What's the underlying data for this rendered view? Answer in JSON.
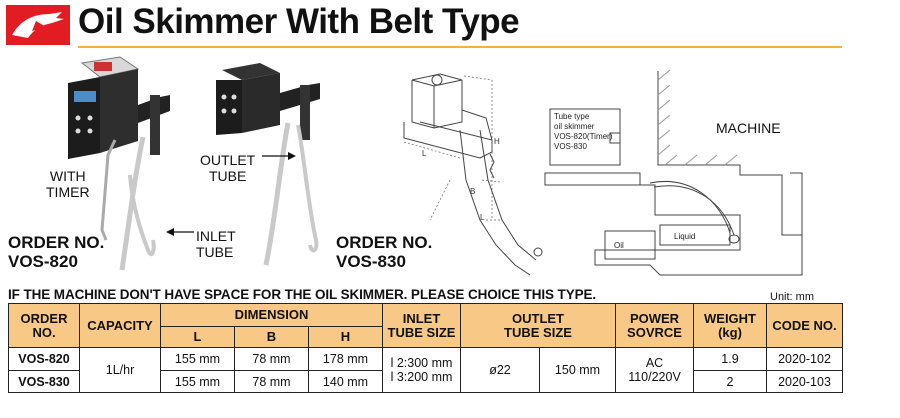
{
  "header": {
    "title": "Oil Skimmer With Belt Type",
    "logo_color": "#e31b23",
    "accent_color": "#f5b335"
  },
  "figures": {
    "vos820": {
      "label_line1": "WITH",
      "label_line2": "TIMER",
      "inlet_line1": "INLET",
      "inlet_line2": "TUBE",
      "order_line1": "ORDER NO.",
      "order_line2": "VOS-820"
    },
    "vos830": {
      "outlet_line1": "OUTLET",
      "outlet_line2": "TUBE",
      "order_line1": "ORDER NO.",
      "order_line2": "VOS-830"
    },
    "dimension_drawing": {
      "h": "H",
      "l": "L",
      "b": "B",
      "l2": "L"
    },
    "installation": {
      "box_line1": "Tube type",
      "box_line2": "oil skimmer",
      "box_line3": "VOS-820(Timer)",
      "box_line4": "VOS-830",
      "machine": "MACHINE",
      "oil": "Oil",
      "liquid": "Liquid"
    }
  },
  "note": "IF THE MACHINE DON'T HAVE SPACE FOR THE OIL SKIMMER. PLEASE CHOICE THIS TYPE.",
  "unit": "Unit: mm",
  "table": {
    "header_color": "#f8c986",
    "headers": {
      "order_line1": "ORDER",
      "order_line2": "NO.",
      "capacity": "CAPACITY",
      "dimension": "DIMENSION",
      "l": "L",
      "b": "B",
      "h": "H",
      "inlet_line1": "INLET",
      "inlet_line2": "TUBE SIZE",
      "outlet_line1": "OUTLET",
      "outlet_line2": "TUBE SIZE",
      "power_line1": "POWER",
      "power_line2": "SOVRCE",
      "weight_line1": "WEIGHT",
      "weight_line2": "(kg)",
      "code": "CODE NO."
    },
    "capacity": "1L/hr",
    "inlet_line1": "l 2:300 mm",
    "inlet_line2": "l 3:200 mm",
    "outlet_dia": "ø22",
    "outlet_len": "150 mm",
    "power_line1": "AC",
    "power_line2": "110/220V",
    "rows": [
      {
        "order": "VOS-820",
        "l": "155 mm",
        "b": "78 mm",
        "h": "178 mm",
        "weight": "1.9",
        "code": "2020-102"
      },
      {
        "order": "VOS-830",
        "l": "155 mm",
        "b": "78 mm",
        "h": "140 mm",
        "weight": "2",
        "code": "2020-103"
      }
    ]
  }
}
